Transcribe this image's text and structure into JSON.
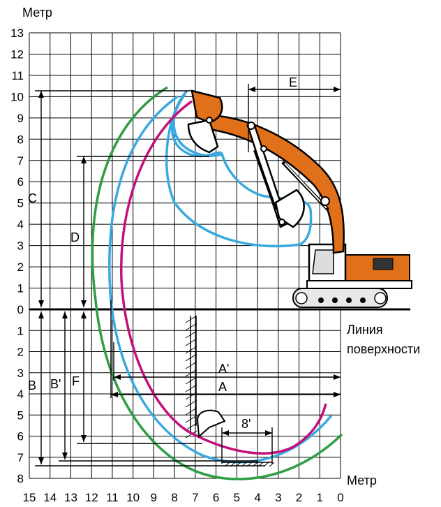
{
  "units": {
    "top": "Метр",
    "bottom": "Метр"
  },
  "surface_label": [
    "Линия",
    "поверхности"
  ],
  "y_ticks_above": [
    "13",
    "12",
    "11",
    "10",
    "9",
    "8",
    "7",
    "6",
    "5",
    "4",
    "3",
    "2",
    "1",
    "0"
  ],
  "y_ticks_below": [
    "1",
    "2",
    "3",
    "4",
    "5",
    "6",
    "7",
    "8"
  ],
  "x_ticks": [
    "15",
    "14",
    "13",
    "12",
    "11",
    "10",
    "9",
    "8",
    "7",
    "6",
    "5",
    "4",
    "3",
    "2",
    "1",
    "0"
  ],
  "dimensions": {
    "A": "A",
    "A_prime": "A'",
    "B": "B",
    "B_prime": "B'",
    "C": "C",
    "D": "D",
    "E": "E",
    "F": "F",
    "eight_prime": "8'"
  },
  "colors": {
    "outer_envelope": "#2e9e44",
    "middle_envelope": "#3aa9e0",
    "inner_envelope": "#c4107a",
    "machine": "#e0701a",
    "grid": "#000000"
  }
}
